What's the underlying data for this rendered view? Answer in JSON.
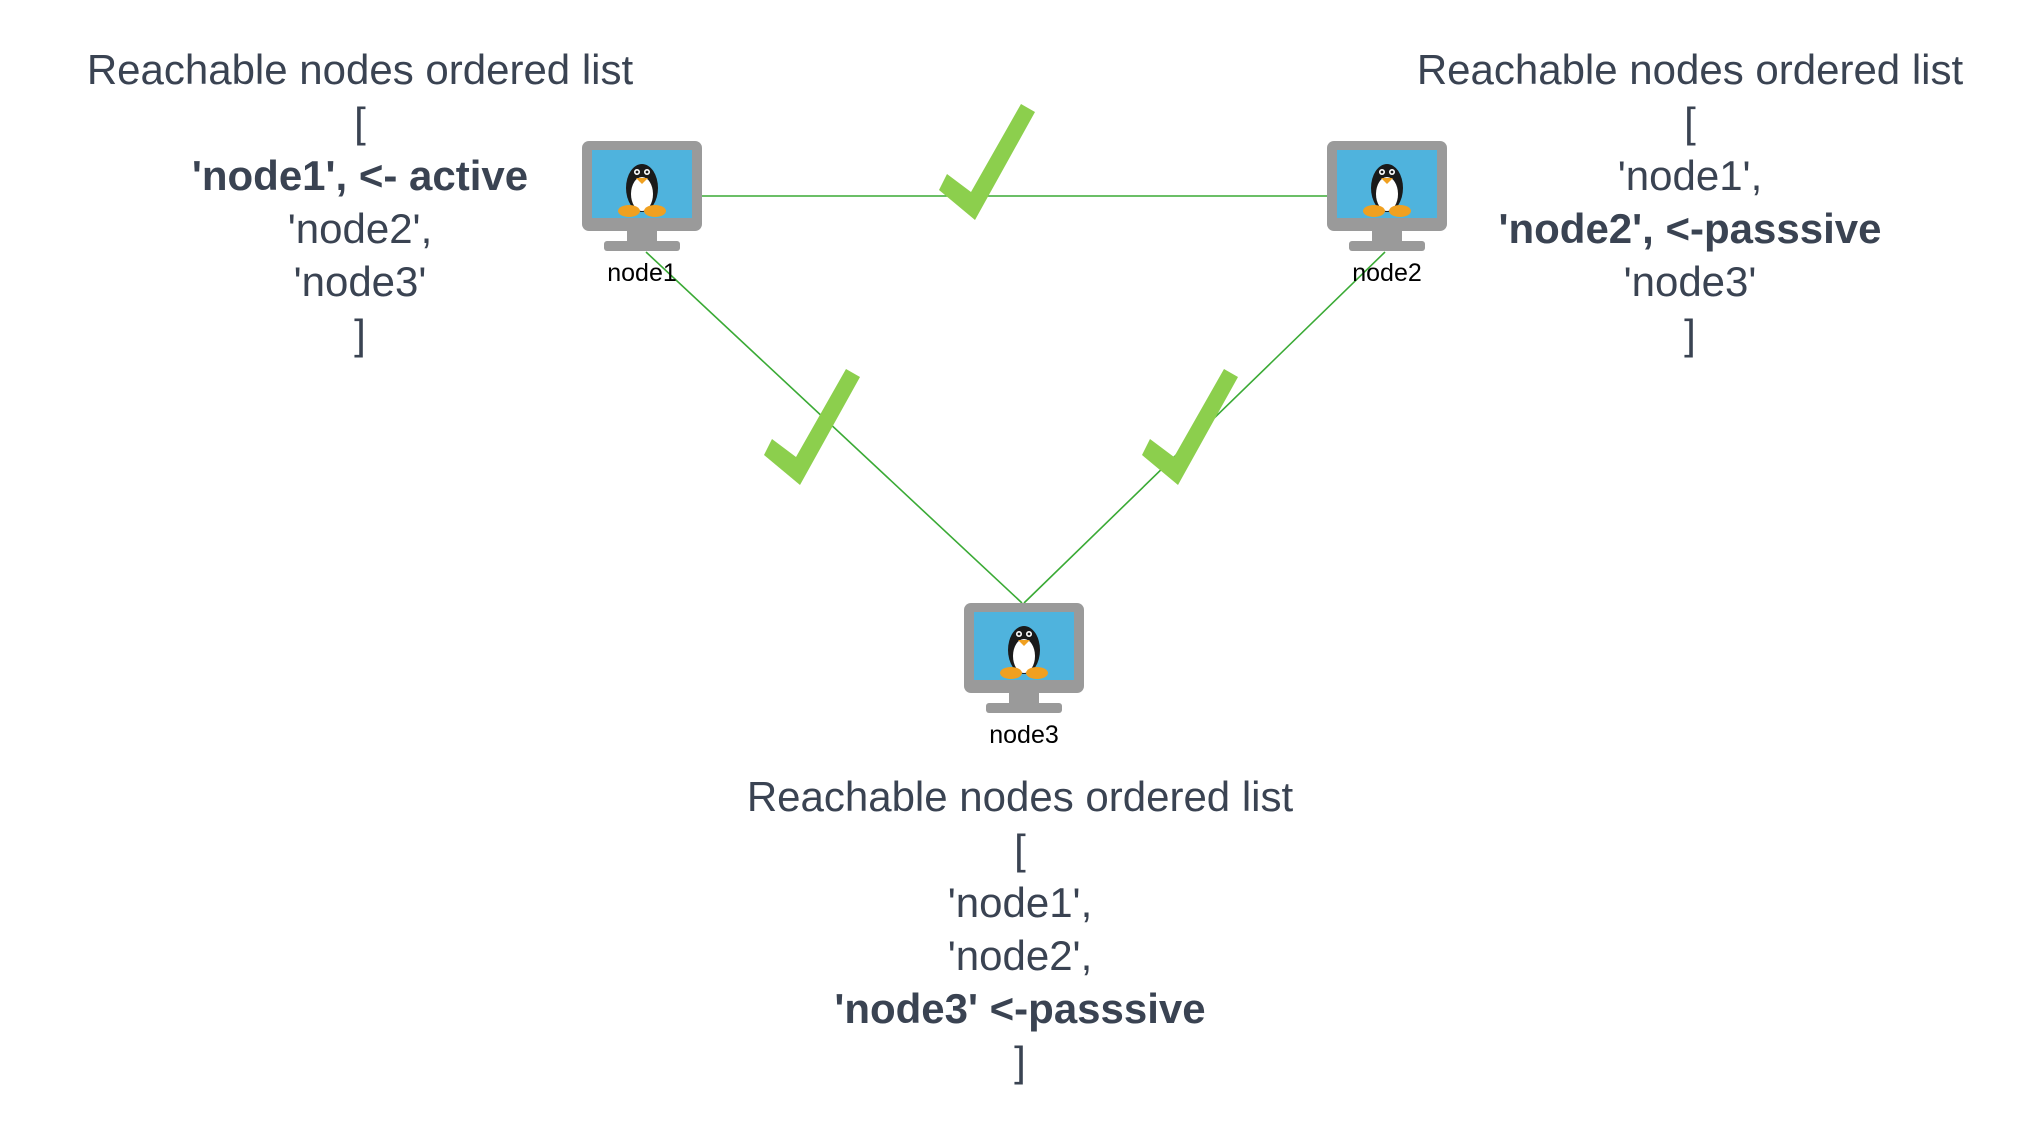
{
  "colors": {
    "link": "#3aaa35",
    "check": "#8ccf4d",
    "text": "#3a4352",
    "monitor_frame": "#9a9a9a",
    "monitor_screen": "#4fb3dd"
  },
  "icons": {
    "node": "linux-monitor-icon",
    "link_status": "checkmark-icon"
  },
  "nodes": [
    {
      "id": "node1",
      "label": "node1"
    },
    {
      "id": "node2",
      "label": "node2"
    },
    {
      "id": "node3",
      "label": "node3"
    }
  ],
  "links": [
    {
      "from": "node1",
      "to": "node2",
      "status": "reachable"
    },
    {
      "from": "node1",
      "to": "node3",
      "status": "reachable"
    },
    {
      "from": "node2",
      "to": "node3",
      "status": "reachable"
    }
  ],
  "lists": {
    "node1": {
      "title": "Reachable nodes ordered list",
      "open": "[",
      "items": [
        {
          "text": "'node1', <- active",
          "bold": true
        },
        {
          "text": "'node2',",
          "bold": false
        },
        {
          "text": "'node3'",
          "bold": false
        }
      ],
      "close": "]"
    },
    "node2": {
      "title": "Reachable nodes ordered list",
      "open": "[",
      "items": [
        {
          "text": "'node1',",
          "bold": false
        },
        {
          "text": "'node2', <-passsive",
          "bold": true
        },
        {
          "text": "'node3'",
          "bold": false
        }
      ],
      "close": "]"
    },
    "node3": {
      "title": "Reachable nodes ordered list",
      "open": "[",
      "items": [
        {
          "text": "'node1',",
          "bold": false
        },
        {
          "text": "'node2',",
          "bold": false
        },
        {
          "text": "'node3' <-passsive",
          "bold": true
        }
      ],
      "close": "]"
    }
  }
}
